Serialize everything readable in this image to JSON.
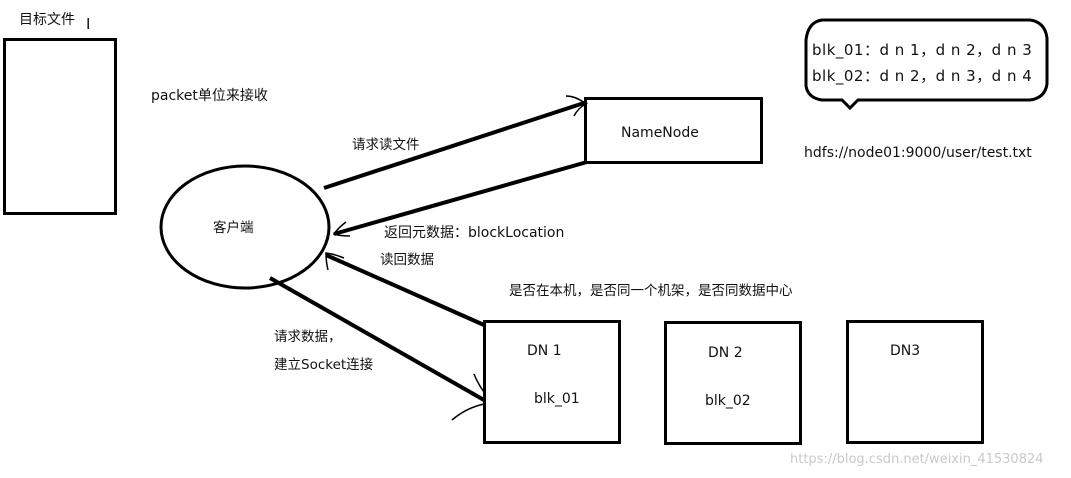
{
  "target_file": {
    "label": "目标文件",
    "cursor": "I"
  },
  "packet_note": "packet单位来接收",
  "client": {
    "label": "客户端"
  },
  "namenode": {
    "label": "NameNode"
  },
  "hdfs_path": "hdfs://node01:9000/user/test.txt",
  "metadata_bubble": {
    "line1": "blk_01：d n 1，d n 2，d n 3",
    "line2": "blk_02：d n 2，d n 3，d n 4"
  },
  "edges": {
    "request_read": "请求读文件",
    "return_metadata": "返回元数据：blockLocation",
    "read_back": "读回数据",
    "request_data_line1": "请求数据，",
    "request_data_line2": "建立Socket连接"
  },
  "locality_note": "是否在本机，是否同一个机架，是否同数据中心",
  "datanodes": [
    {
      "name": "DN 1",
      "block": "blk_01"
    },
    {
      "name": "DN 2",
      "block": "blk_02"
    },
    {
      "name": "DN3",
      "block": ""
    }
  ],
  "watermark": "https://blog.csdn.net/weixin_41530824"
}
